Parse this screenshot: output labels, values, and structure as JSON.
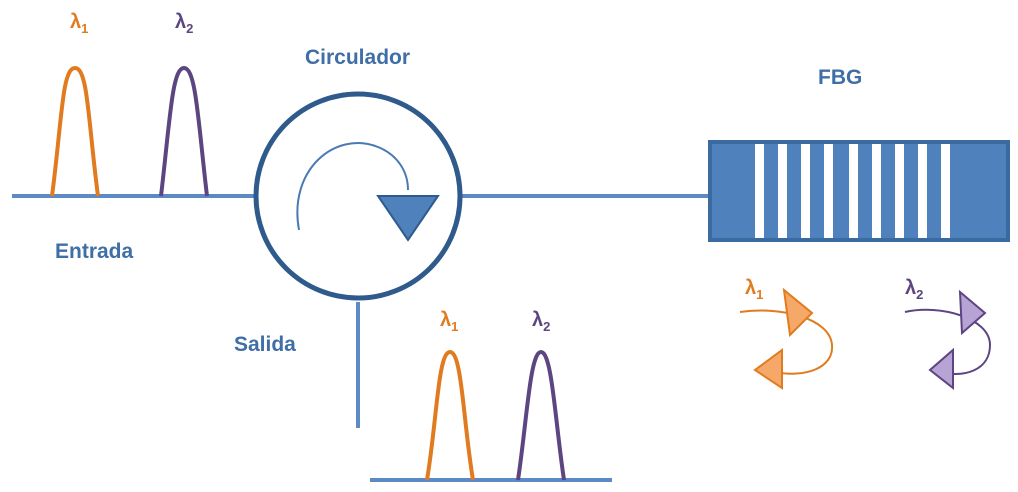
{
  "labels": {
    "circulator": "Circulador",
    "fbg": "FBG",
    "input": "Entrada",
    "output": "Salida"
  },
  "wavelengths": {
    "lambda_symbol": "λ",
    "l1_sub": "1",
    "l2_sub": "2"
  },
  "colors": {
    "fiber": "#5b8ac4",
    "circulator_border": "#2f5b8c",
    "fbg_body": "#4f81bd",
    "fbg_border": "#3b6aa0",
    "lambda1": "#e07b1f",
    "lambda1_fill": "#f5a868",
    "lambda2": "#5c4580",
    "lambda2_fill": "#b8a4d4",
    "text": "#3f6fa6"
  },
  "icons": [
    "rotation-arrow-icon",
    "triangle-arrow-icon",
    "reflection-arrow-icon"
  ]
}
